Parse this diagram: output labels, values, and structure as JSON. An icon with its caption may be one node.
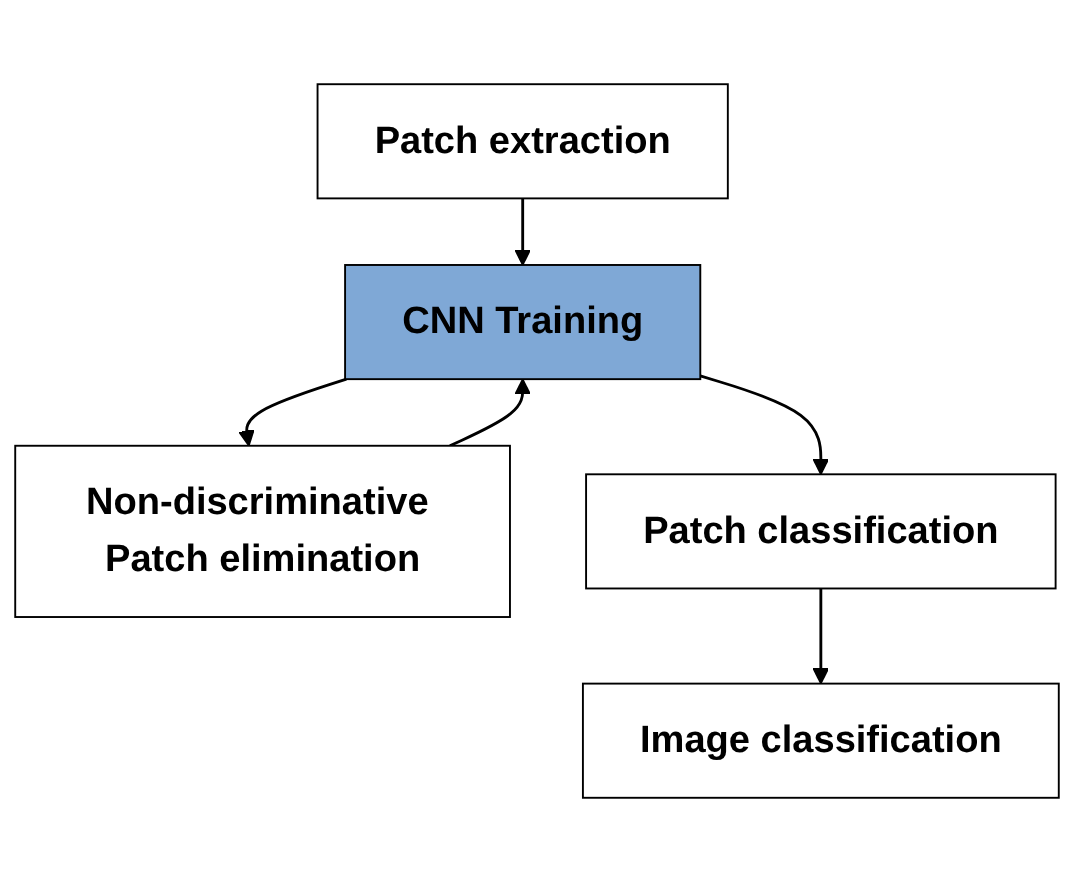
{
  "diagram": {
    "nodes": [
      {
        "text": [
          "Patch extraction"
        ]
      },
      {
        "text": [
          "CNN Training"
        ]
      },
      {
        "text": [
          "Non-discriminative Patch elimination"
        ]
      },
      {
        "text": [
          "Patch classification"
        ]
      },
      {
        "text": [
          "Image classification"
        ]
      }
    ],
    "edges": [
      {
        "from": 0,
        "to": 1,
        "arrow": "to"
      },
      {
        "from": 1,
        "to": 2,
        "arrow": "to"
      },
      {
        "from": 2,
        "to": 1,
        "arrow": "to"
      },
      {
        "from": 1,
        "to": 3,
        "arrow": "to"
      },
      {
        "from": 3,
        "to": 4,
        "arrow": "to"
      }
    ]
  }
}
